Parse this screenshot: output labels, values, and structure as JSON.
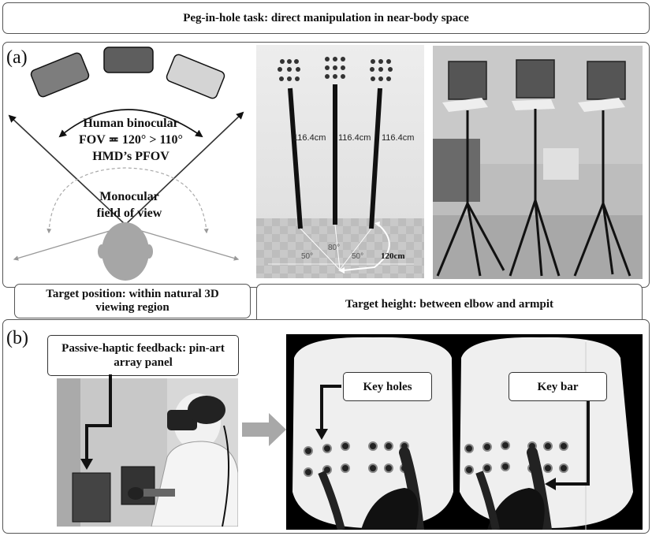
{
  "title": "Peg-in-hole task: direct manipulation in near-body space",
  "panel_a": {
    "label": "(a)",
    "fov_text": [
      "Human binocular",
      "FOV ≖ 120° > 110°",
      "HMD’s PFOV"
    ],
    "monocular_text": [
      "Monocular",
      "field of view"
    ],
    "pole_heights": [
      "116.4cm",
      "116.4cm",
      "116.4cm"
    ],
    "angle_labels": [
      "50°",
      "80°",
      "50°"
    ],
    "distance_label": "120cm"
  },
  "target_position": "Target position: within natural 3D viewing region",
  "target_height": "Target height: between elbow and armpit",
  "panel_b": {
    "label": "(b)",
    "haptic_label": "Passive-haptic feedback: pin-art array panel",
    "key_holes_label": "Key holes",
    "key_bar_label": "Key bar"
  }
}
